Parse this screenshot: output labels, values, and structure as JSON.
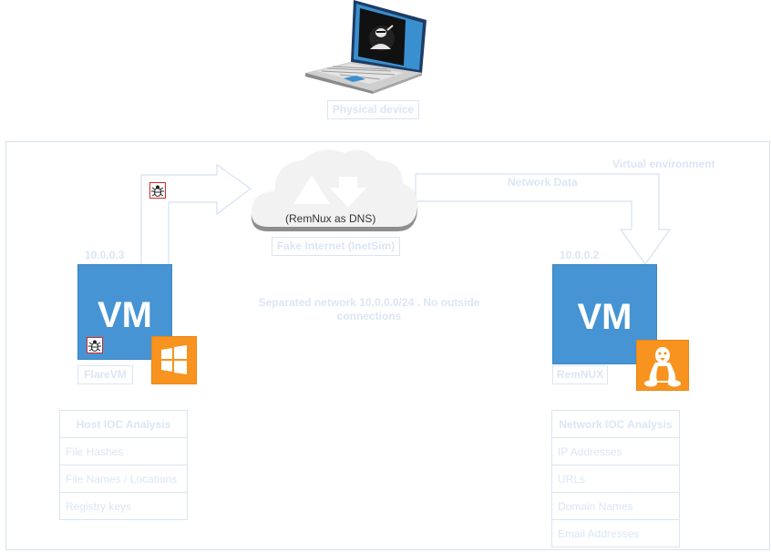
{
  "physical": {
    "label": "Physical device",
    "icon": "laptop-with-hacker-icon"
  },
  "environment": {
    "label": "Virtual environment"
  },
  "cloud": {
    "inner_text": "(RemNux as DNS)",
    "label": "Fake Internet (InetSim)",
    "icon": "cloud-upload-download-icon"
  },
  "arrows": {
    "network_data_label": "Network Data"
  },
  "network_note": {
    "line1": "Separated network 10.0.0.0/24 . No outside",
    "line2": "connections"
  },
  "vms": [
    {
      "ip": "10.0.0.3",
      "title": "VM",
      "name": "FlareVM",
      "os_icon": "windows-icon",
      "os_color": "#f7931e",
      "vm_color": "#4694d3"
    },
    {
      "ip": "10.0.0.2",
      "title": "VM",
      "name": "RemNUX",
      "os_icon": "linux-tux-icon",
      "os_color": "#f7931e",
      "vm_color": "#4694d3"
    }
  ],
  "host_ioc": {
    "header": "Host IOC Analysis",
    "items": [
      "File Hashes",
      "File Names / Locations",
      "Registry keys"
    ]
  },
  "network_ioc": {
    "header": "Network IOC Analysis",
    "items": [
      "IP Addresses",
      "URLs",
      "Domain Names",
      "Email Addresses"
    ]
  }
}
